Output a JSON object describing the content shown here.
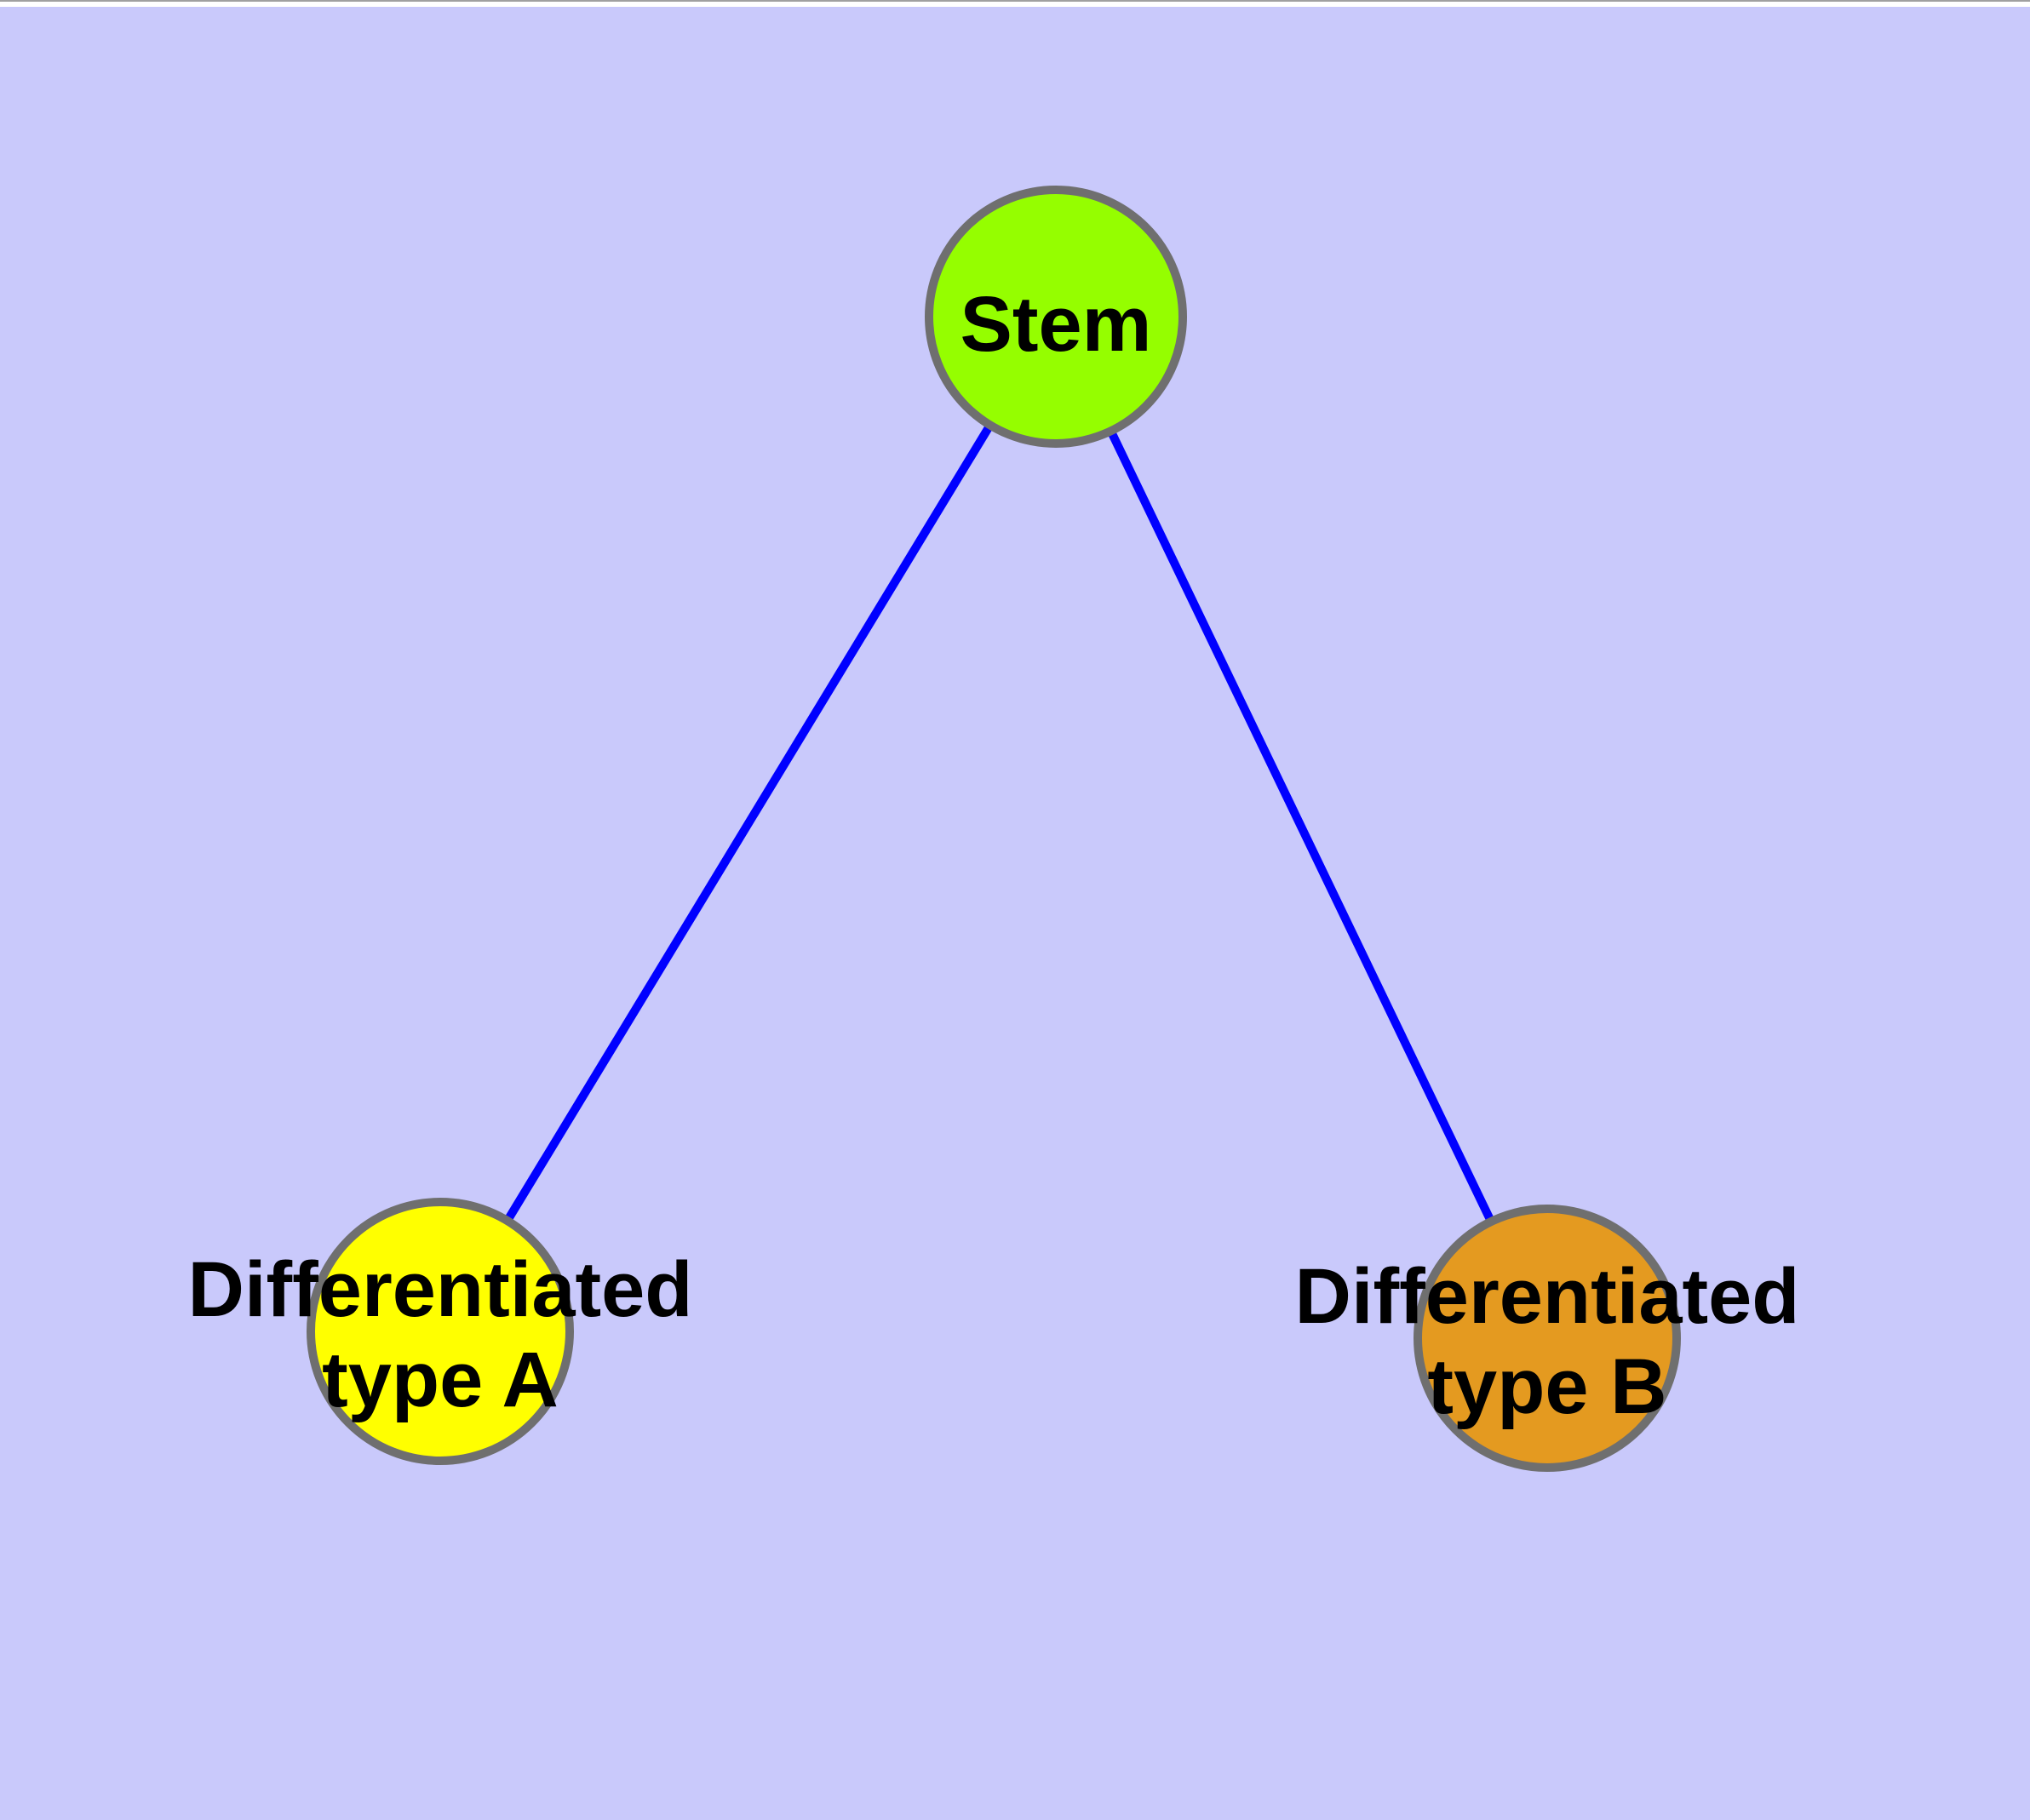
{
  "diagram": {
    "type": "node-link-graph",
    "background_color": "#C9C9FB",
    "top_strip_color": "#FFFFFF",
    "top_strip_border_color": "#A0A0A0",
    "edge_color": "#0000FF",
    "node_border_color": "#6F6F6F",
    "label_color": "#000000",
    "nodes": [
      {
        "id": "stem",
        "label": "Stem",
        "fill": "#95FE00"
      },
      {
        "id": "differentiated-type-a",
        "label_line1": "Differentiated",
        "label_line2": "type A",
        "fill": "#FFFF00"
      },
      {
        "id": "differentiated-type-b",
        "label_line1": "Differentiated",
        "label_line2": "type B",
        "fill": "#E49A20"
      }
    ],
    "edges": [
      {
        "from": "Stem",
        "to": "Differentiated type A"
      },
      {
        "from": "Stem",
        "to": "Differentiated type B"
      }
    ]
  }
}
